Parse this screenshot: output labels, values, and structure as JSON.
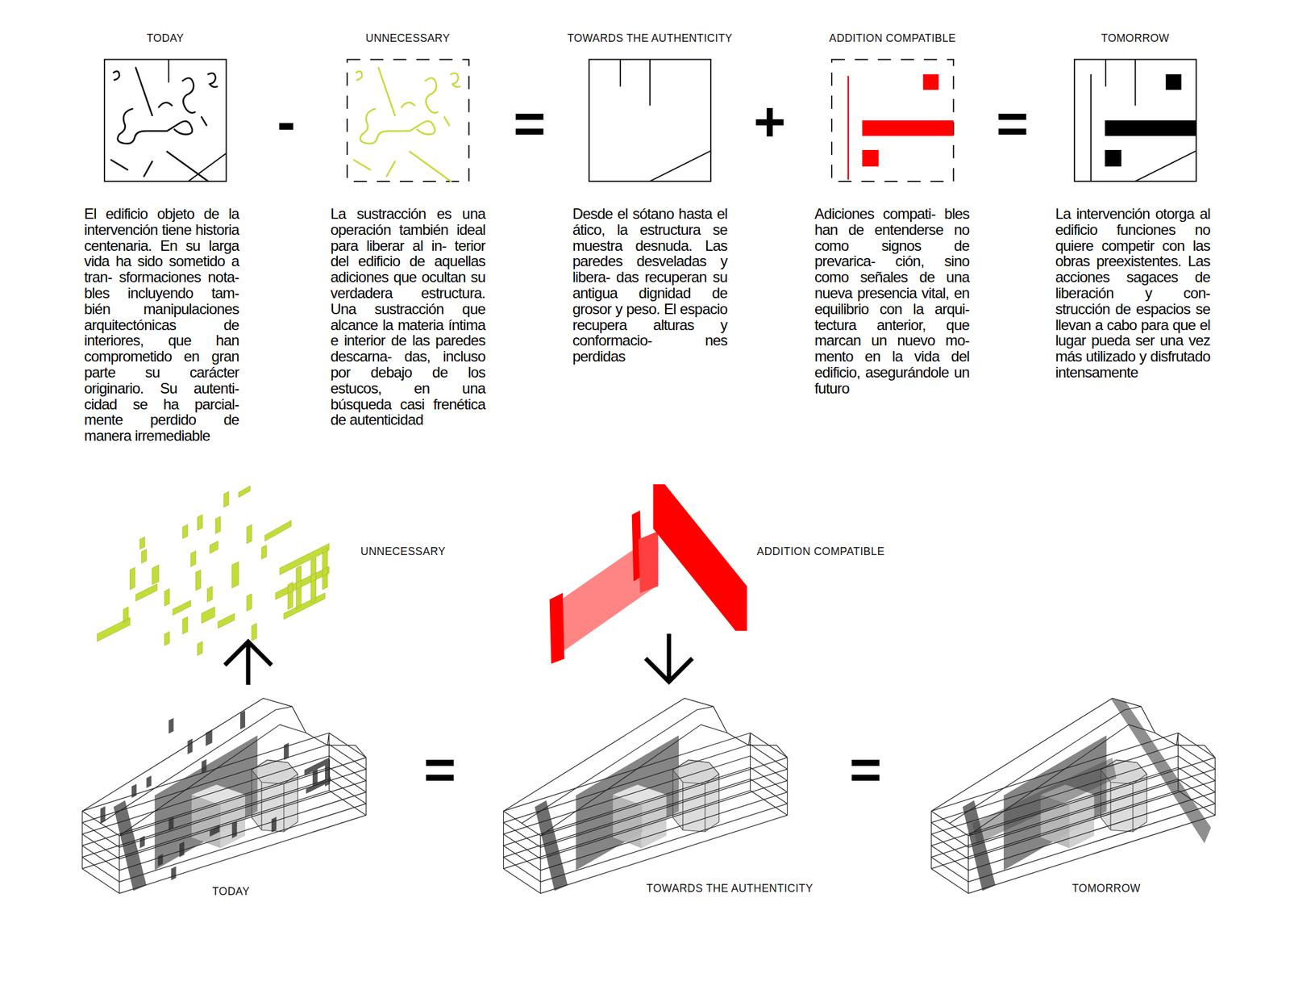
{
  "diagram": {
    "nodes": [
      {
        "text": [
          "TODAY",
          "El edificio objeto de la intervención tiene historia centenaria. En su larga vida ha sido sometido a tran- sformaciones nota- bles incluyendo tam- bién manipulaciones arquitectónicas de interiores, que han comprometido en gran parte su carácter originario. Su autenti- cidad se ha parcial- mente perdido de manera irremediable"
        ]
      },
      {
        "text": [
          "UNNECESSARY",
          "La sustracción es una operación también ideal para liberar al in- terior del edificio de aquellas adiciones que ocultan su verdadera estructura. Una sustracción que alcance la materia íntima e interior de las paredes descarna- das, incluso por debajo de los estucos, en una búsqueda casi frenética de autenticidad"
        ]
      },
      {
        "text": [
          "TOWARDS THE AUTHENTICITY",
          "Desde el sótano hasta el ático, la estructura se muestra desnuda. Las paredes desveladas y libera- das recuperan su antigua dignidad de grosor y peso. El espacio recupera alturas y conformacio- nes perdidas"
        ]
      },
      {
        "text": [
          "ADDITION COMPATIBLE",
          "Adiciones compati- bles han de entenderse no como signos de prevarica- ción, sino como señales de una nueva presencia vital, en equilibrio con la arqui- tectura anterior, que marcan un nuevo mo- mento en la vida del edificio, asegurándole un futuro"
        ]
      },
      {
        "text": [
          "TOMORROW",
          "La intervención otorga al edificio funciones no quiere competir con las obras preexistentes. Las acciones sagaces de liberación y con- strucción de espacios se llevan a cabo para que el lugar pueda ser una vez más utilizado y disfrutado intensamente"
        ]
      },
      {
        "text": [
          "UNNECESSARY"
        ]
      },
      {
        "text": [
          "ADDITION COMPATIBLE"
        ]
      },
      {
        "text": [
          "TODAY"
        ]
      },
      {
        "text": [
          "TOWARDS THE AUTHENTICITY"
        ]
      },
      {
        "text": [
          "TOMORROW"
        ]
      }
    ],
    "edges": [
      {
        "from": 7,
        "to": 5,
        "arrow": "to"
      },
      {
        "from": 6,
        "to": 8,
        "arrow": "to"
      }
    ],
    "labels": [
      "-",
      "=",
      "+",
      "=",
      "=",
      "="
    ]
  }
}
